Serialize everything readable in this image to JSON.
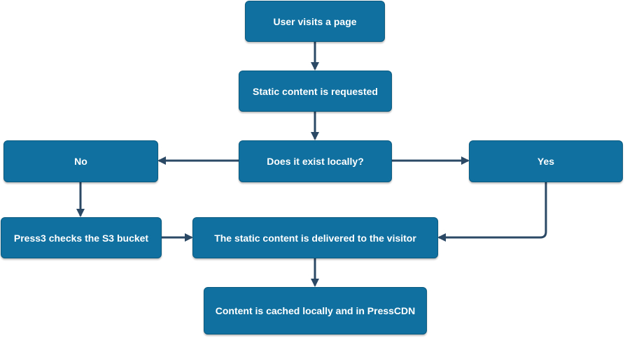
{
  "nodes": {
    "visit": "User visits a page",
    "request": "Static content is requested",
    "exists": "Does it exist locally?",
    "no": "No",
    "yes": "Yes",
    "s3": "Press3 checks the S3 bucket",
    "delivered": "The static content is delivered to the visitor",
    "cached": "Content is cached locally and in PressCDN"
  },
  "colors": {
    "box_fill": "#10709f",
    "arrow": "#2b4865"
  }
}
